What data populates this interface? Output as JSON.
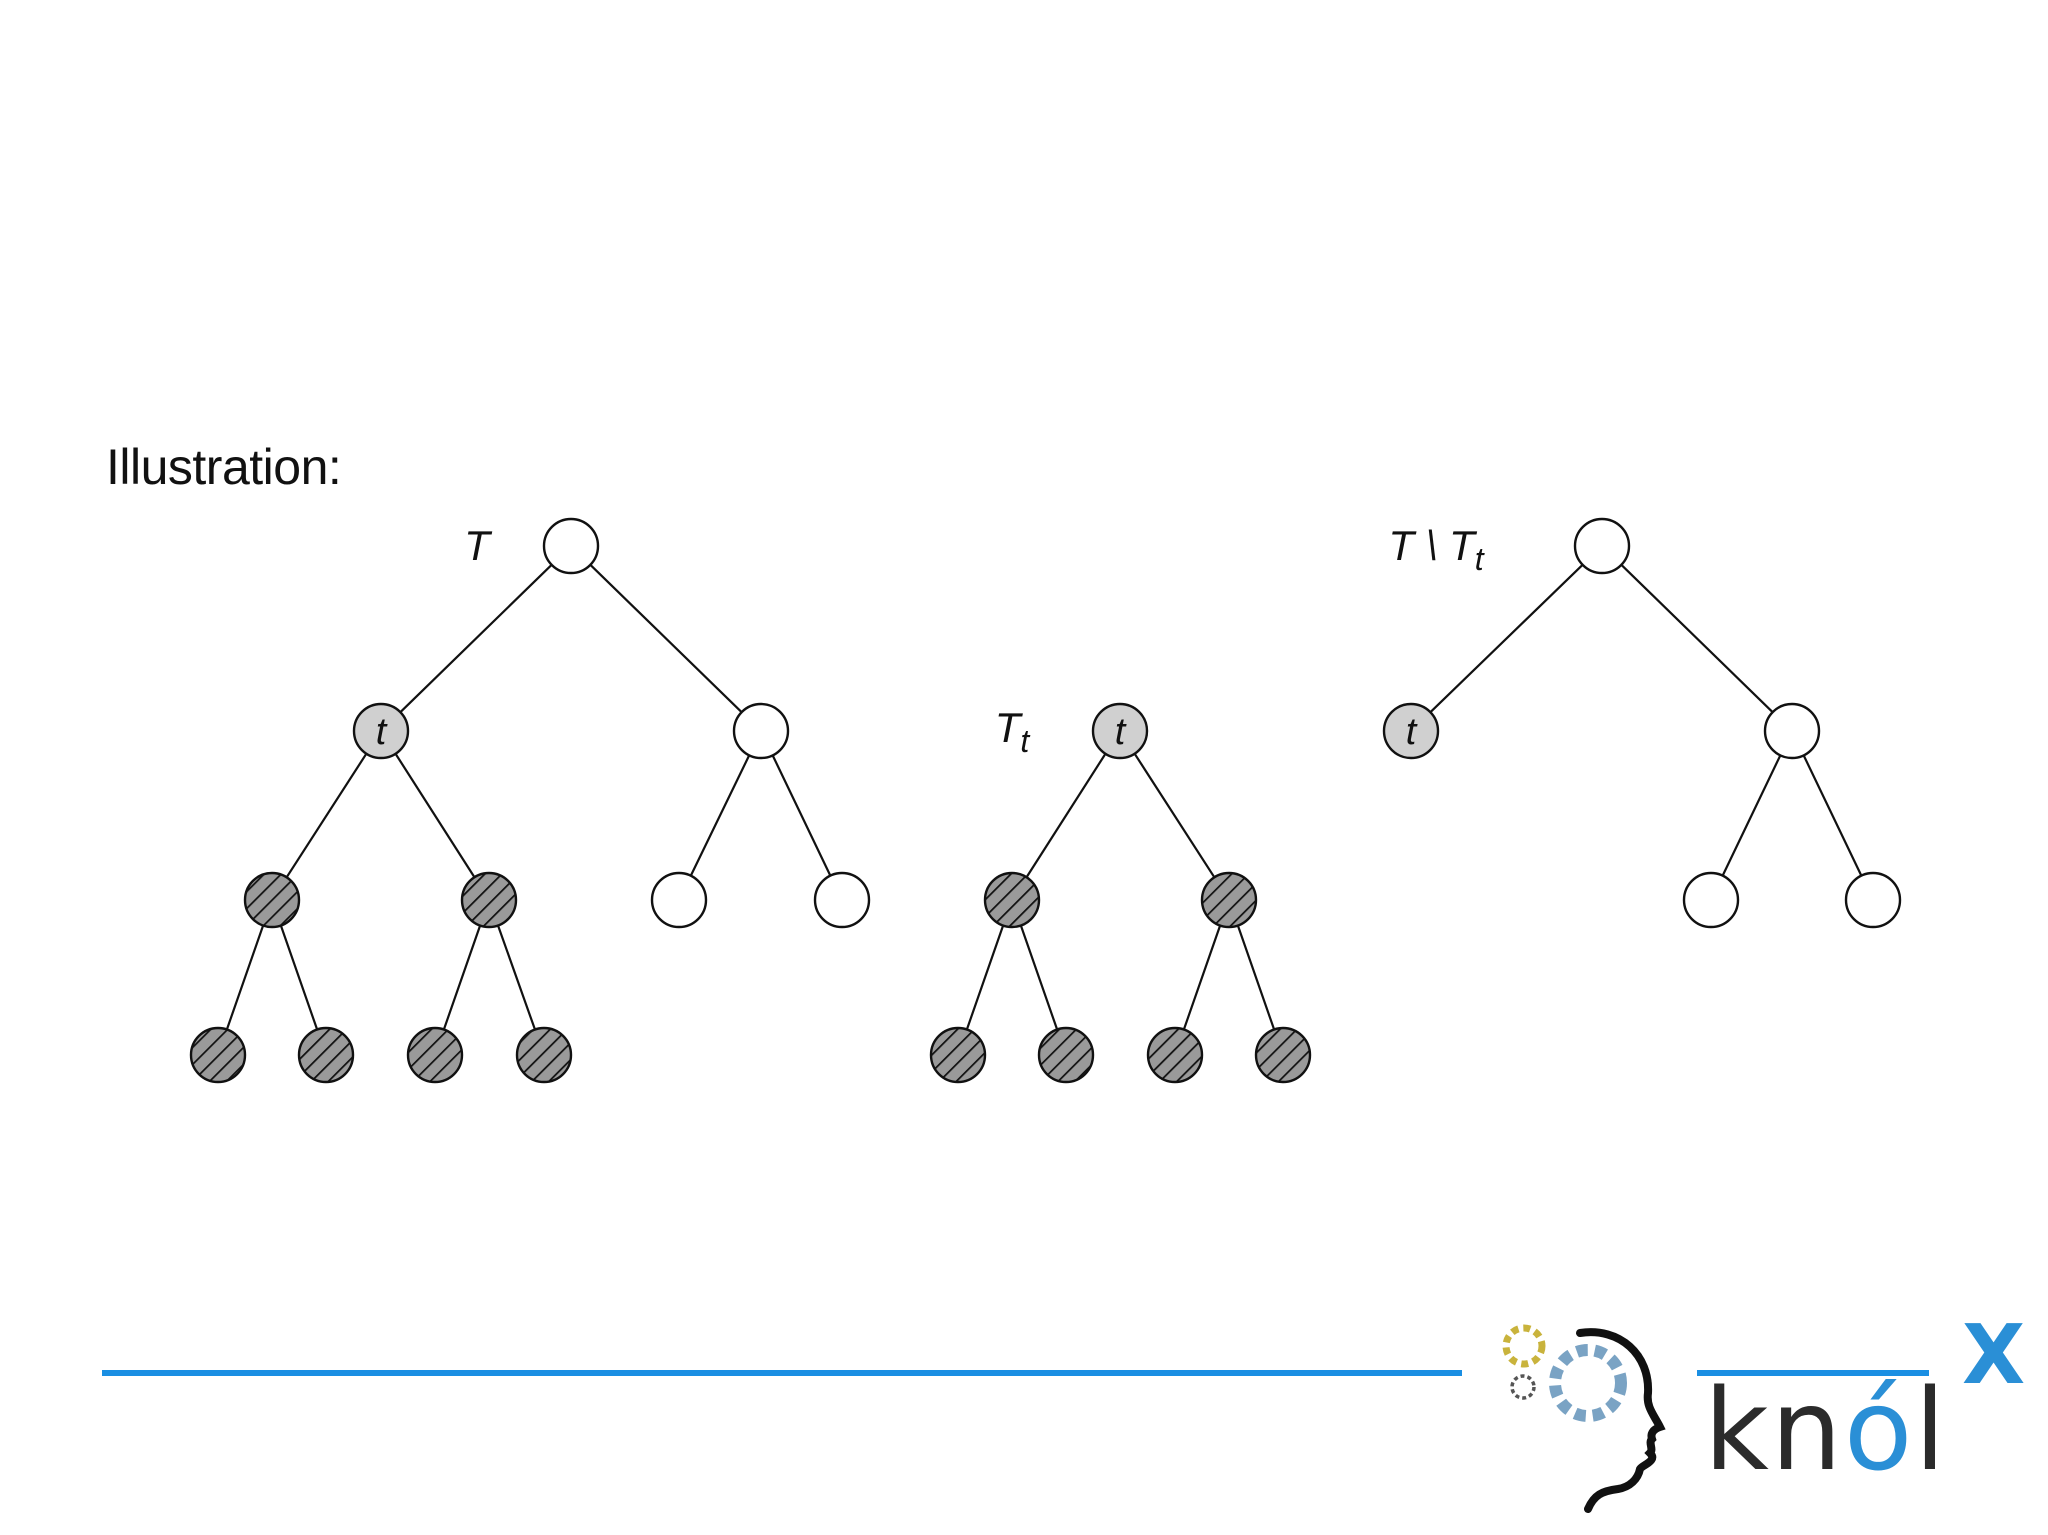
{
  "slide": {
    "title": "Illustration:"
  },
  "trees": [
    {
      "label": "T",
      "label_sub": "",
      "nodes": [
        {
          "id": "a",
          "style": "white",
          "label": ""
        },
        {
          "id": "b",
          "style": "gray",
          "label": "t"
        },
        {
          "id": "c",
          "style": "white",
          "label": ""
        },
        {
          "id": "d",
          "style": "hatched",
          "label": ""
        },
        {
          "id": "e",
          "style": "hatched",
          "label": ""
        },
        {
          "id": "f",
          "style": "white",
          "label": ""
        },
        {
          "id": "g",
          "style": "white",
          "label": ""
        },
        {
          "id": "h",
          "style": "hatched",
          "label": ""
        },
        {
          "id": "i",
          "style": "hatched",
          "label": ""
        },
        {
          "id": "j",
          "style": "hatched",
          "label": ""
        },
        {
          "id": "k",
          "style": "hatched",
          "label": ""
        }
      ],
      "edges": [
        [
          "a",
          "b"
        ],
        [
          "a",
          "c"
        ],
        [
          "b",
          "d"
        ],
        [
          "b",
          "e"
        ],
        [
          "c",
          "f"
        ],
        [
          "c",
          "g"
        ],
        [
          "d",
          "h"
        ],
        [
          "d",
          "i"
        ],
        [
          "e",
          "j"
        ],
        [
          "e",
          "k"
        ]
      ]
    },
    {
      "label": "T",
      "label_sub": "t",
      "nodes": [
        {
          "id": "a",
          "style": "gray",
          "label": "t"
        },
        {
          "id": "b",
          "style": "hatched",
          "label": ""
        },
        {
          "id": "c",
          "style": "hatched",
          "label": ""
        },
        {
          "id": "d",
          "style": "hatched",
          "label": ""
        },
        {
          "id": "e",
          "style": "hatched",
          "label": ""
        },
        {
          "id": "f",
          "style": "hatched",
          "label": ""
        },
        {
          "id": "g",
          "style": "hatched",
          "label": ""
        }
      ],
      "edges": [
        [
          "a",
          "b"
        ],
        [
          "a",
          "c"
        ],
        [
          "b",
          "d"
        ],
        [
          "b",
          "e"
        ],
        [
          "c",
          "f"
        ],
        [
          "c",
          "g"
        ]
      ]
    },
    {
      "label": "T \\ T",
      "label_sub": "t",
      "nodes": [
        {
          "id": "a",
          "style": "white",
          "label": ""
        },
        {
          "id": "b",
          "style": "gray",
          "label": "t"
        },
        {
          "id": "c",
          "style": "white",
          "label": ""
        },
        {
          "id": "f",
          "style": "white",
          "label": ""
        },
        {
          "id": "g",
          "style": "white",
          "label": ""
        }
      ],
      "edges": [
        [
          "a",
          "b"
        ],
        [
          "a",
          "c"
        ],
        [
          "c",
          "f"
        ],
        [
          "c",
          "g"
        ]
      ]
    }
  ],
  "colors": {
    "gray_fill": "#d0d0d0",
    "hatch_fill": "#9a9a9a",
    "white_fill": "#ffffff",
    "footer_line": "#1a8fe3",
    "logo_accent": "#2a8fd6",
    "logo_text": "#2b2b2b",
    "gear_gold": "#c9b33c",
    "gear_blue": "#7aa3c4",
    "gear_gray": "#555555"
  },
  "logo": {
    "word_main": "kn",
    "word_accent": "ó",
    "word_end": "l",
    "superscript": "X"
  }
}
